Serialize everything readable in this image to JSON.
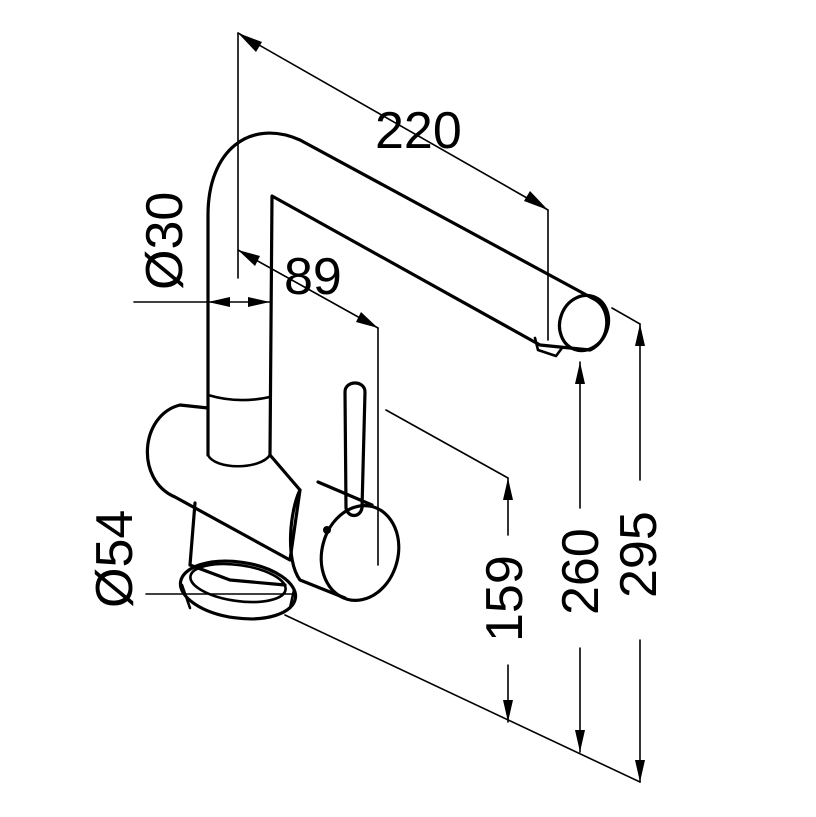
{
  "diagram": {
    "colors": {
      "stroke": "#000000",
      "background": "#ffffff"
    },
    "dimensions": {
      "spout_reach": "220",
      "spout_diameter": "Ø30",
      "body_offset": "89",
      "base_diameter": "Ø54",
      "lever_height": "159",
      "outlet_height": "260",
      "total_height": "295"
    }
  }
}
